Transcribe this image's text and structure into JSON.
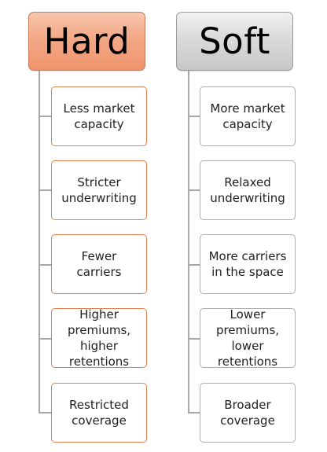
{
  "hard": {
    "title": "Hard",
    "items": [
      "Less market capacity",
      "Stricter underwriting",
      "Fewer carriers",
      "Higher premiums, higher retentions",
      "Restricted coverage"
    ]
  },
  "soft": {
    "title": "Soft",
    "items": [
      "More market capacity",
      "Relaxed underwriting",
      "More carriers in the space",
      "Lower premiums, lower retentions",
      "Broader coverage"
    ]
  },
  "colors": {
    "hard_accent": "#ee946d",
    "hard_border": "#e07f52",
    "soft_accent": "#c8c8c8",
    "soft_border": "#aeaeae",
    "connector": "#a6a6a6"
  }
}
